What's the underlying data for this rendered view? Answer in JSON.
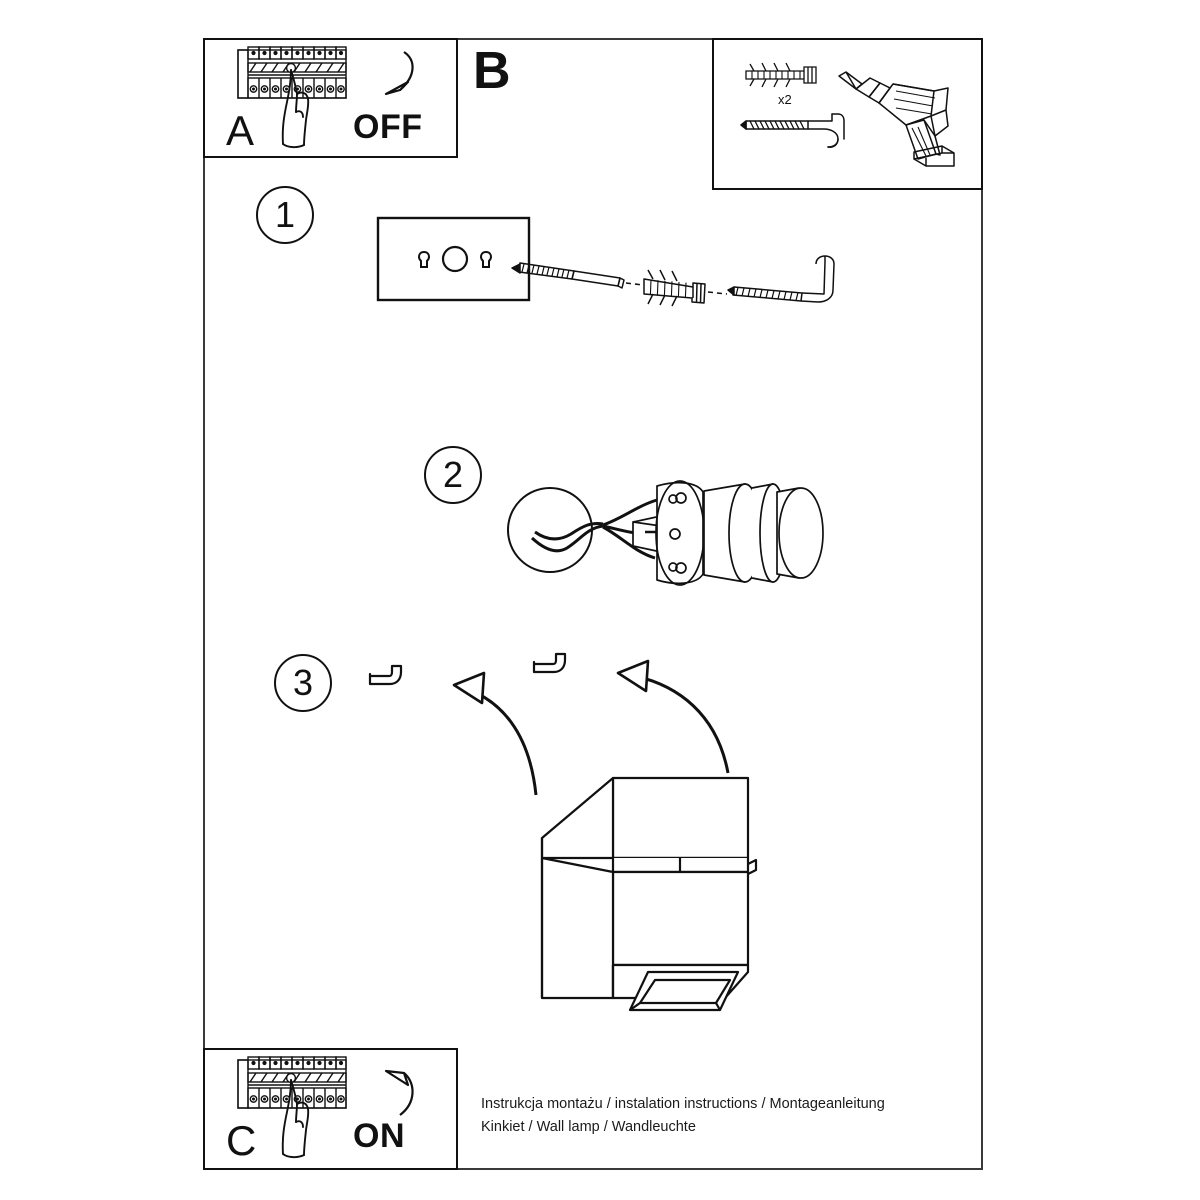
{
  "document": {
    "type": "assembly-instruction-sheet",
    "caption_line1": "Instrukcja montażu / instalation instructions / Montageanleitung",
    "caption_line2": "Kinkiet / Wall lamp / Wandleuchte"
  },
  "panels": {
    "a": {
      "letter": "A",
      "action_label": "OFF",
      "icon": "breaker-panel-hand-switch",
      "arrow_direction": "down",
      "description": "Switch the circuit breaker off before installation"
    },
    "c": {
      "letter": "C",
      "action_label": "ON",
      "icon": "breaker-panel-hand-switch",
      "arrow_direction": "up",
      "description": "Switch the circuit breaker back on after installation"
    },
    "b": {
      "letter": "B",
      "description": "Main installation sequence"
    }
  },
  "parts_box": {
    "items": [
      {
        "name": "wall-plug-anchor",
        "quantity_label": "x2"
      },
      {
        "name": "hook-screw",
        "quantity_label": ""
      },
      {
        "name": "power-drill",
        "quantity_label": ""
      }
    ]
  },
  "steps": [
    {
      "number": "1",
      "name": "drill-and-insert-anchor",
      "description": "Drill holes in the wall plate positions, insert the wall plugs and screw in the hook screws"
    },
    {
      "number": "2",
      "name": "connect-wiring",
      "description": "Connect the mains wires from the junction box to the lamp socket terminal block"
    },
    {
      "number": "3",
      "name": "mount-lamp-on-hooks",
      "description": "Hang the cube wall lamp body onto the two mounted hook screws"
    }
  ],
  "colors": {
    "line": "#111111",
    "frame": "#3a3a38",
    "background": "#ffffff"
  }
}
